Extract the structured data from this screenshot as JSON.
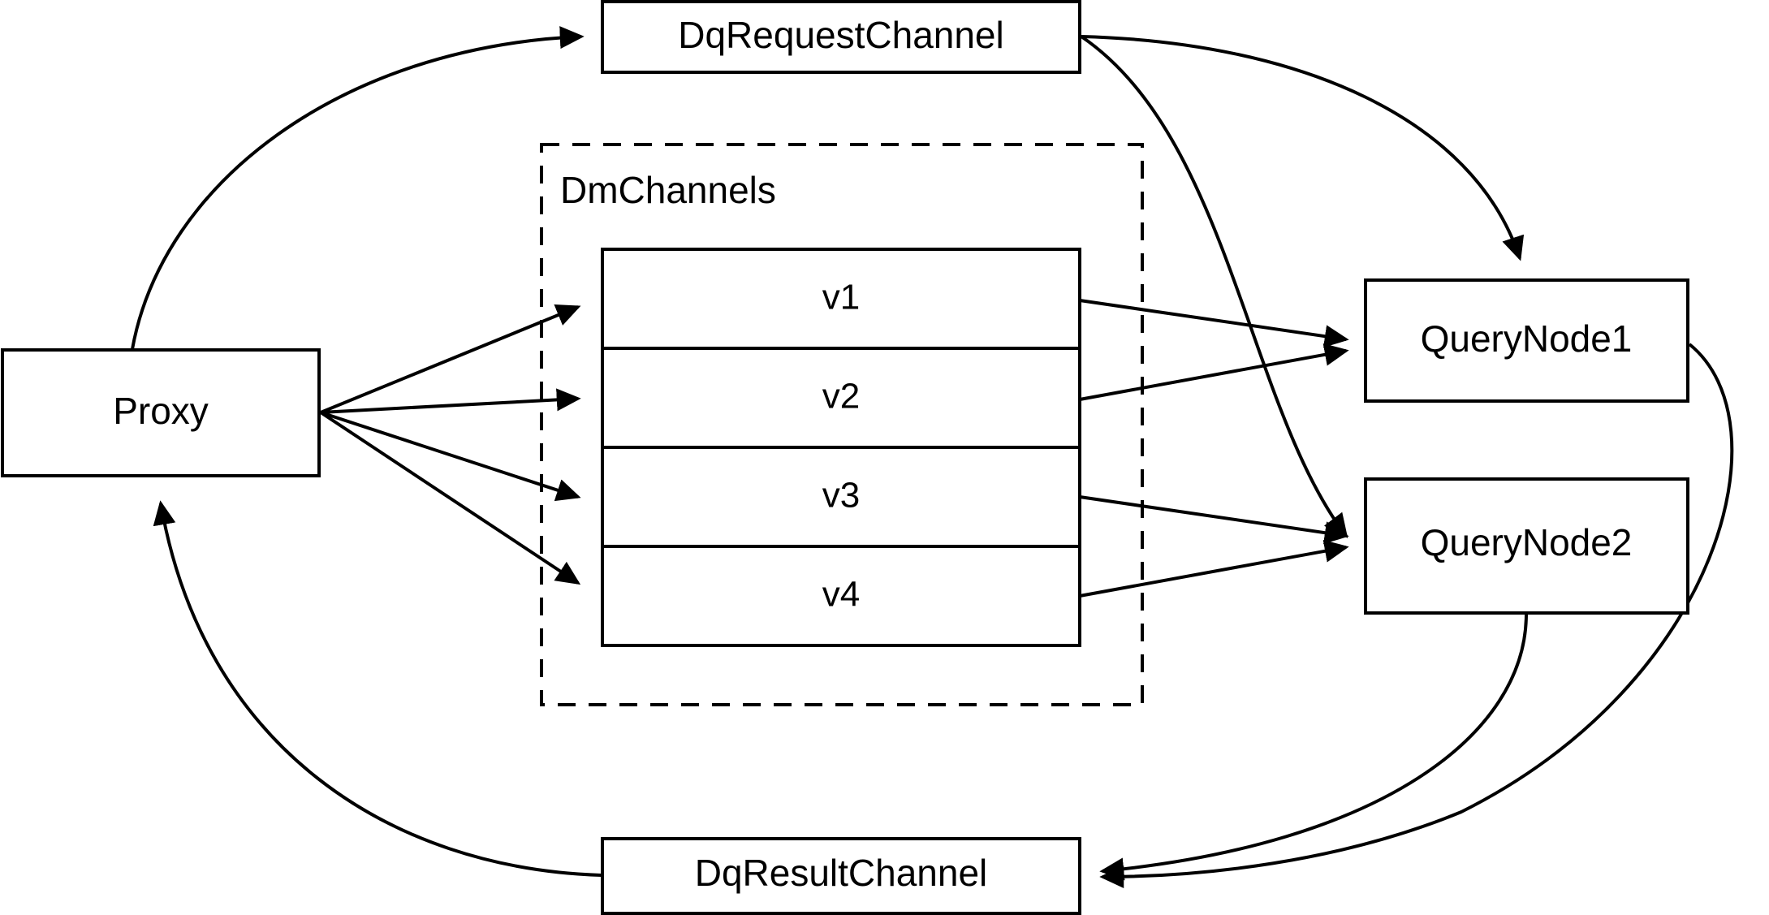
{
  "diagram": {
    "type": "architecture-flow-diagram",
    "background_color": "#ffffff",
    "line_color": "#000000",
    "nodes": {
      "proxy": {
        "label": "Proxy"
      },
      "dq_request_channel": {
        "label": "DqRequestChannel"
      },
      "dq_result_channel": {
        "label": "DqResultChannel"
      },
      "query_node_1": {
        "label": "QueryNode1"
      },
      "query_node_2": {
        "label": "QueryNode2"
      },
      "dm_channels_group": {
        "label": "DmChannels"
      }
    },
    "dm_channels": {
      "title": "DmChannels",
      "shards": [
        {
          "label": "v1"
        },
        {
          "label": "v2"
        },
        {
          "label": "v3"
        },
        {
          "label": "v4"
        }
      ]
    },
    "edges": [
      {
        "from": "Proxy",
        "to": "DqRequestChannel",
        "arrow": "to"
      },
      {
        "from": "DqRequestChannel",
        "to": "QueryNode1",
        "arrow": "to"
      },
      {
        "from": "DqRequestChannel",
        "to": "QueryNode2",
        "arrow": "to"
      },
      {
        "from": "Proxy",
        "to": "v1",
        "arrow": "to"
      },
      {
        "from": "Proxy",
        "to": "v2",
        "arrow": "to"
      },
      {
        "from": "Proxy",
        "to": "v3",
        "arrow": "to"
      },
      {
        "from": "Proxy",
        "to": "v4",
        "arrow": "to"
      },
      {
        "from": "v1",
        "to": "QueryNode1",
        "arrow": "to"
      },
      {
        "from": "v2",
        "to": "QueryNode1",
        "arrow": "to"
      },
      {
        "from": "v3",
        "to": "QueryNode2",
        "arrow": "to"
      },
      {
        "from": "v4",
        "to": "QueryNode2",
        "arrow": "to"
      },
      {
        "from": "QueryNode1",
        "to": "DqResultChannel",
        "arrow": "to"
      },
      {
        "from": "QueryNode2",
        "to": "DqResultChannel",
        "arrow": "to"
      },
      {
        "from": "DqResultChannel",
        "to": "Proxy",
        "arrow": "to"
      }
    ]
  }
}
